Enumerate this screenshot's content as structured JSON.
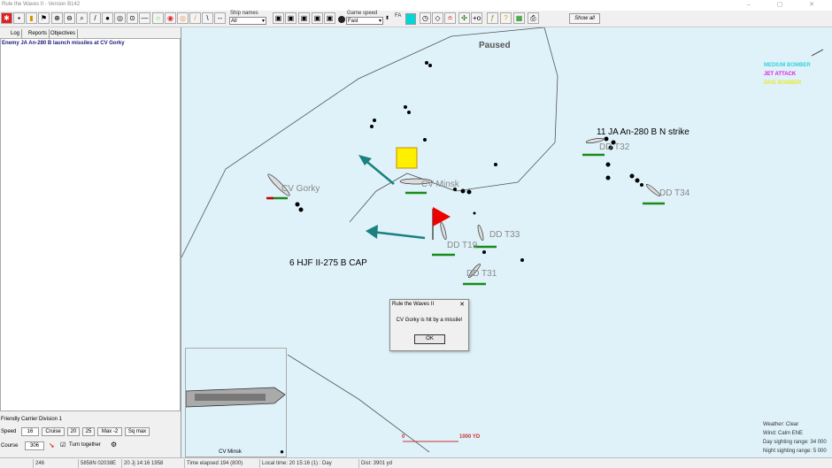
{
  "window": {
    "title": "Rule the Waves II - Version B142"
  },
  "toolbar": {
    "ship_names_label": "Ship names",
    "ship_names_value": "All",
    "game_speed_label": "Game speed",
    "game_speed_value": "Fast",
    "fa_label": "FA",
    "show_all": "Show all",
    "icons": [
      "menu-icon",
      "save-icon",
      "book-icon",
      "ship-info-icon",
      "zoom-in-icon",
      "zoom-out-icon",
      "zoom-fit-icon",
      "pen-icon",
      "grenade-icon",
      "circle-icon",
      "circle-arrow-icon",
      "line-icon",
      "green-circle-icon",
      "red-target-icon",
      "orange-circle-icon",
      "orange-line-icon",
      "diagonal-line-icon",
      "dash-icon"
    ]
  },
  "left": {
    "tabs": [
      "Log",
      "Reports",
      "Objectives"
    ],
    "log": [
      "Enemy JA An-280 B launch missiles at CV Gorky"
    ],
    "division": "Friendly Carrier Division 1",
    "speed_label": "Speed",
    "speed_value": "16",
    "speed_buttons": [
      "Cruise",
      "20",
      "25",
      "Max -2",
      "Sq max"
    ],
    "course_label": "Course",
    "course_value": "306",
    "turn_together": "Turn together",
    "turn_together_checked": true,
    "thumb_name": "CV Minsk"
  },
  "map": {
    "status": "Paused",
    "ships": {
      "gorky": "CV Gorky",
      "minsk": "CV Minsk",
      "t19": "DD T19",
      "t33": "DD T33",
      "t31": "DD T31",
      "t32": "DD T32",
      "t34": "DD T34"
    },
    "air_groups": [
      "11 JA An-280 B N strike",
      "6 HJF II-275 B CAP"
    ],
    "legend": [
      {
        "label": "MEDIUM BOMBER",
        "color": "#38d0e0"
      },
      {
        "label": "JET ATTACK",
        "color": "#e020e0"
      },
      {
        "label": "DIVE BOMBER",
        "color": "#e8e830"
      }
    ],
    "scale": {
      "start": "0",
      "end": "1000 YD"
    },
    "weather": [
      "Weather: Clear",
      "Wind: Calm  ENE",
      "Day sighting range: 34 000",
      "Night sighting range: 5 000"
    ]
  },
  "dialog": {
    "title": "Rule the Waves II",
    "message": "CV Gorky is hit by a missile!",
    "ok": "OK"
  },
  "statusbar": [
    "246",
    "5858N 02038E",
    "20 Jj 14:16 1958",
    "Time elapsed 194 (800)",
    "Local time: 20 15:16 (1) : Day",
    "Dist: 3901 yd"
  ]
}
